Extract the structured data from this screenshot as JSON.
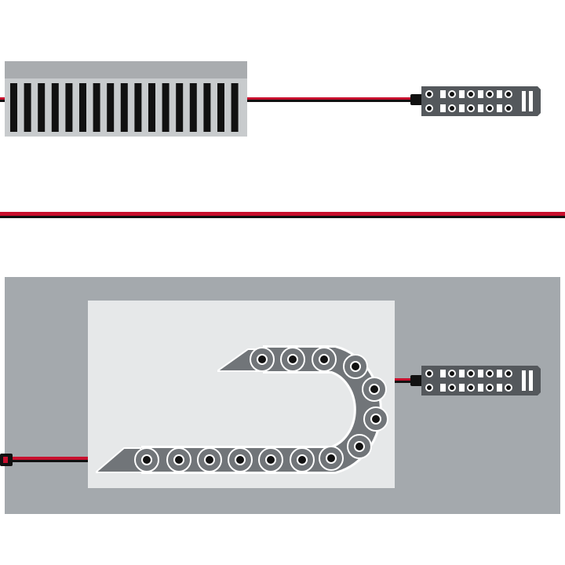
{
  "colors": {
    "background": "#ffffff",
    "panel_dark": "#a4a9ad",
    "panel_light": "#e6e8e9",
    "module_light": "#c8cbcd",
    "module_top": "#a9acaf",
    "slot": "#111111",
    "cable_red": "#c8102e",
    "cable_black": "#111111",
    "connector": "#54585c",
    "chain_link": "#717579",
    "chain_outline": "#ffffff",
    "pin": "#111111"
  },
  "icons": {
    "linear_module": "linear-module-icon",
    "io_box": "io-distribution-box-icon",
    "drag_chain": "cable-drag-chain-icon",
    "cable": "cable-line-icon"
  },
  "components": {
    "top_module_slots": 17,
    "io_box_ports_per_row": 4,
    "drag_chain_links": 14
  }
}
